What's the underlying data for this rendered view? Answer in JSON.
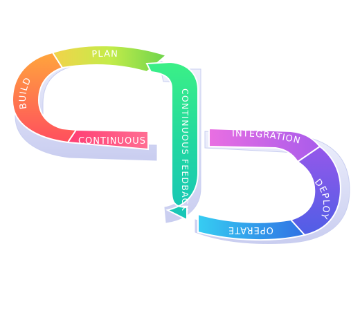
{
  "diagram": {
    "segments": {
      "plan": "PLAN",
      "build": "BUILD",
      "continuous": "CONTINUOUS",
      "feedback": "CONTINUOUS FEEDBACK",
      "integration": "INTEGRATION",
      "deploy": "DEPLOY",
      "operate": "OPERATE"
    },
    "colors": {
      "plan": [
        "#7fd34a",
        "#e8f04a"
      ],
      "build": [
        "#ff5d5d",
        "#ff9a3c"
      ],
      "continuous": [
        "#ff3a7a",
        "#ff6a8f"
      ],
      "feedback": [
        "#18c7a4",
        "#3ef08a"
      ],
      "integration": [
        "#e46ae0",
        "#a55ce8"
      ],
      "deploy": [
        "#5a5be8",
        "#8a58ea"
      ],
      "operate": [
        "#2f78e6",
        "#34c8f2"
      ],
      "base": "#d8dcf6"
    }
  }
}
